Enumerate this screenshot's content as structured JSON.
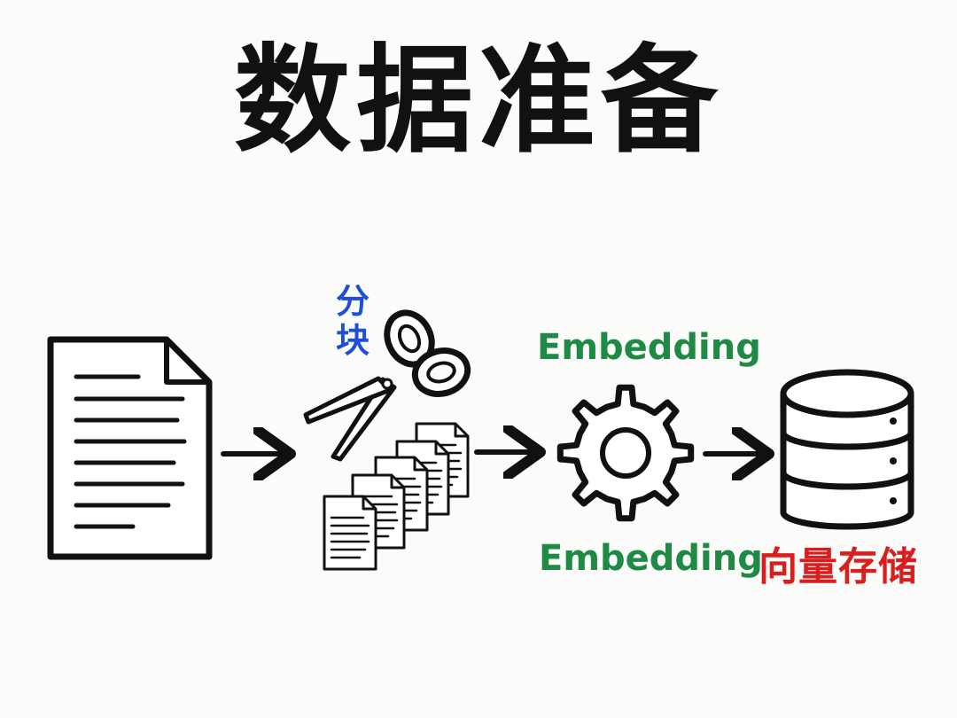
{
  "title": "数据准备",
  "steps": {
    "chunking": {
      "label": "分块",
      "color": "#1f4fd8"
    },
    "embedding": {
      "label_top": "Embedding",
      "label_bottom": "Embedding",
      "color": "#1e8a45"
    },
    "vector_store": {
      "label": "向量存储",
      "color": "#d81e1e"
    }
  },
  "icons": [
    "document-icon",
    "arrow-icon",
    "scissors-icon",
    "documents-stack-icon",
    "gear-icon",
    "database-icon"
  ],
  "ink_color": "#111111"
}
